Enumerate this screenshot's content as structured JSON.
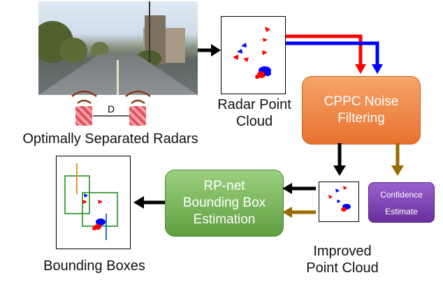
{
  "inputs": {
    "radar_caption": "Optimally Separated Radars",
    "separation_label": "D"
  },
  "point_cloud": {
    "caption_line1": "Radar Point",
    "caption_line2": "Cloud"
  },
  "cppc": {
    "line1": "CPPC Noise",
    "line2": "Filtering"
  },
  "confidence": {
    "line1": "Confidence",
    "line2": "Estimate"
  },
  "improved": {
    "caption_line1": "Improved",
    "caption_line2": "Point Cloud"
  },
  "rpnet": {
    "line1": "RP-net",
    "line2": "Bounding Box",
    "line3": "Estimation"
  },
  "output": {
    "caption": "Bounding Boxes"
  },
  "colors": {
    "radar_red": "#ff0000",
    "radar_blue": "#0000ff",
    "confidence_arrow": "#9a6c00",
    "cppc_orange": "#ee7d36",
    "rpnet_green": "#6aab4a",
    "confidence_purple": "#7a3eb0",
    "bbox_green": "#3a9a3a",
    "heading_orange": "#e09a2a",
    "heading_blue": "#2a6ac8"
  }
}
